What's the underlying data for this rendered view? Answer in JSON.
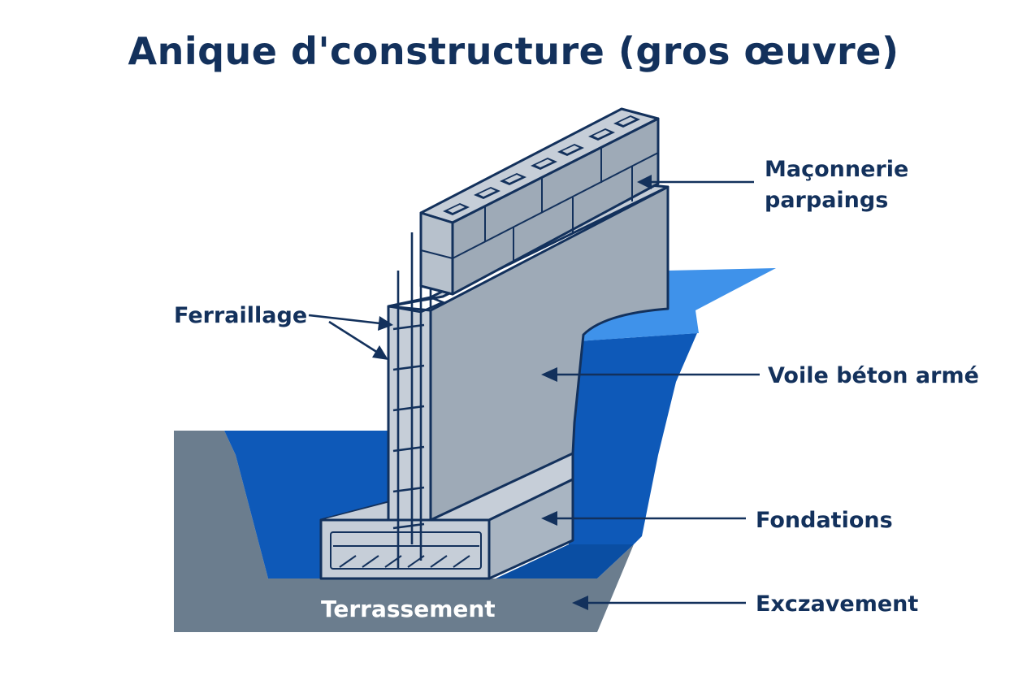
{
  "title": "Anique d'constructure (gros œuvre)",
  "labels": {
    "maconnerie_line1": "Maçonnerie",
    "maconnerie_line2": "parpaings",
    "ferraillage": "Ferraillage",
    "voile": "Voile béton armé",
    "fondations": "Fondations",
    "excavement": "Exczavement",
    "terrassement": "Terrassement"
  },
  "colors": {
    "navy": "#13315c",
    "blue_dark": "#0e59b8",
    "blue_light": "#3f92ea",
    "concrete": "#9eaab7",
    "concrete_light": "#c6ced8",
    "ground": "#6b7d8e"
  }
}
